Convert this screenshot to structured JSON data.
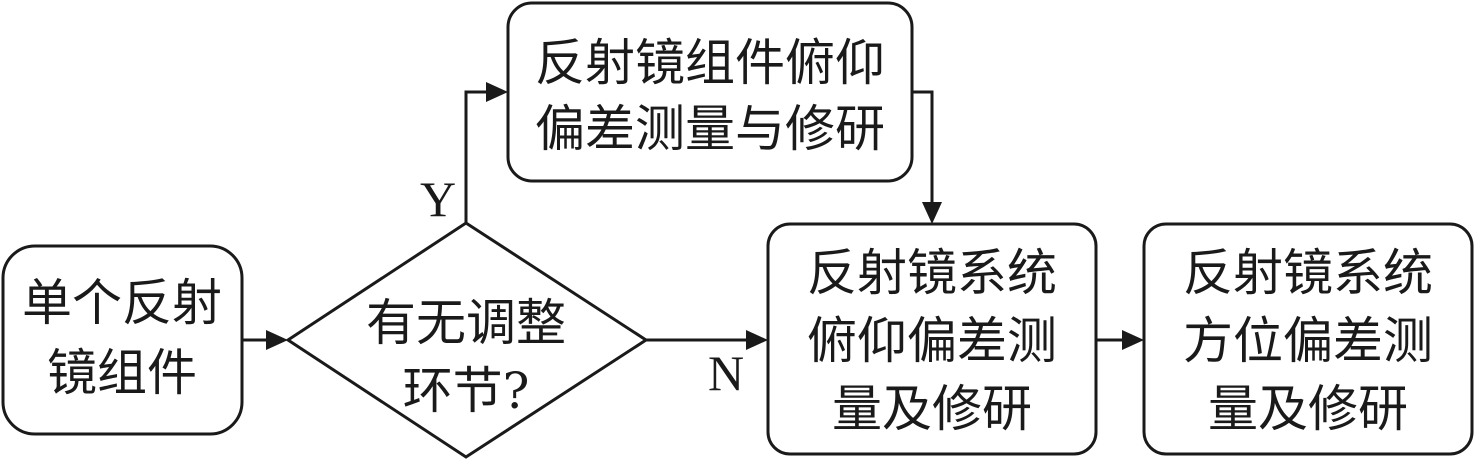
{
  "nodes": {
    "start": {
      "lines": [
        "单个反射",
        "镜组件"
      ]
    },
    "decision": {
      "lines": [
        "有无调整",
        "环节?"
      ]
    },
    "pitch_component": {
      "lines": [
        "反射镜组件俯仰",
        "偏差测量与修研"
      ]
    },
    "pitch_system": {
      "lines": [
        "反射镜系统",
        "俯仰偏差测",
        "量及修研"
      ]
    },
    "azimuth_system": {
      "lines": [
        "反射镜系统",
        "方位偏差测",
        "量及修研"
      ]
    }
  },
  "edges": {
    "yes_label": "Y",
    "no_label": "N"
  }
}
